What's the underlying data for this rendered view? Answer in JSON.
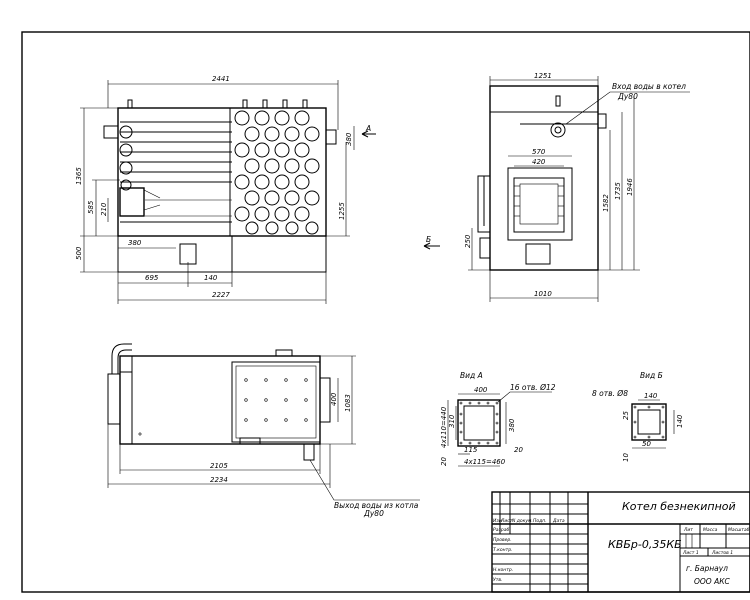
{
  "title_block": {
    "name": "Котел безнекипной",
    "designation": "КВБр-0,35КБ",
    "company_city": "г. Барнаул",
    "company_name": "ООО АКС",
    "col_lit": "Лит",
    "col_mass": "Масса",
    "col_scale": "Масштаб",
    "sheet": "Лист 1",
    "sheets": "Листов 1",
    "col_change": "Изм",
    "col_sheet": "Лист",
    "col_docnum": "N докум.",
    "col_sign": "Подп.",
    "col_date": "Дата",
    "row_dev": "Разраб.",
    "row_check": "Провер.",
    "row_tcontrol": "Т.контр.",
    "row_ncontrol": "Н.контр.",
    "row_approve": "Утв."
  },
  "front_view": {
    "dim_width_top": "2441",
    "dim_width_bottom": "2227",
    "dim_695": "695",
    "dim_140": "140",
    "dim_380_door": "380",
    "dim_1365": "1365",
    "dim_585": "585",
    "dim_210": "210",
    "dim_500": "500",
    "dim_1255": "1255",
    "dim_380_nozzle": "380",
    "view_a_arrow": "А"
  },
  "side_view": {
    "dim_1251": "1251",
    "water_inlet_line1": "Вход воды в котел",
    "water_inlet_line2": "Ду80",
    "dim_570": "570",
    "dim_420": "420",
    "dim_1582": "1582",
    "dim_1735": "1735",
    "dim_1946": "1946",
    "dim_250": "250",
    "dim_1010": "1010",
    "view_b_arrow": "Б"
  },
  "plan_view": {
    "dim_2105": "2105",
    "dim_2234": "2234",
    "dim_400": "400",
    "dim_1083": "1083",
    "water_outlet_line1": "Выход воды из котла",
    "water_outlet_line2": "Ду80"
  },
  "view_a": {
    "title": "Вид А",
    "dim_400": "400",
    "holes": "16 отв. Ø12",
    "dim_left": "4x110=440",
    "dim_310": "310",
    "dim_380": "380",
    "dim_20": "20",
    "dim_115": "115",
    "dim_bottom": "4x115=460",
    "dim_20b": "20"
  },
  "view_b": {
    "title": "Вид Б",
    "holes": "8 отв. Ø8",
    "dim_140": "140",
    "dim_140r": "140",
    "dim_25": "25",
    "dim_50": "50",
    "dim_10": "10"
  }
}
